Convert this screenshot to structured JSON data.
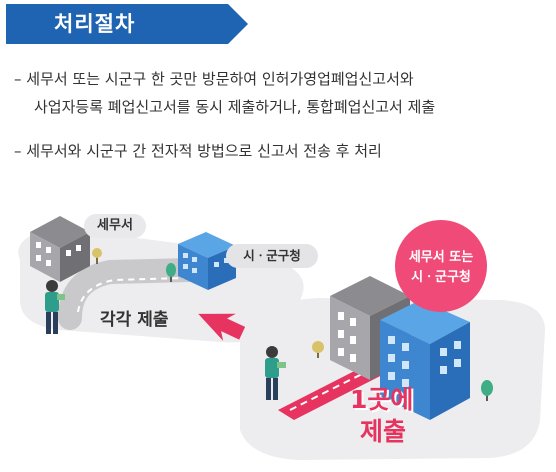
{
  "banner": {
    "title": "처리절차",
    "color": "#1f63b3"
  },
  "description": [
    {
      "line1": "– 세무서 또는 시군구 한 곳만 방문하여 인허가영업폐업신고서와",
      "line2": "사업자등록 폐업신고서를 동시 제출하거나, 통합폐업신고서 제출"
    },
    {
      "line1": "– 세무서와 시군구 간 전자적 방법으로 신고서 전송 후 처리"
    }
  ],
  "illustration": {
    "tax_office_label": "세무서",
    "city_office_label": "시ㆍ군구청",
    "each_submit_label": "각각 제출",
    "combined_badge": {
      "line1": "세무서 또는",
      "line2": "시ㆍ군구청",
      "color": "#f04b78"
    },
    "one_place_label": {
      "line1": "1곳에",
      "line2": "제출",
      "color": "#e6335f"
    }
  }
}
